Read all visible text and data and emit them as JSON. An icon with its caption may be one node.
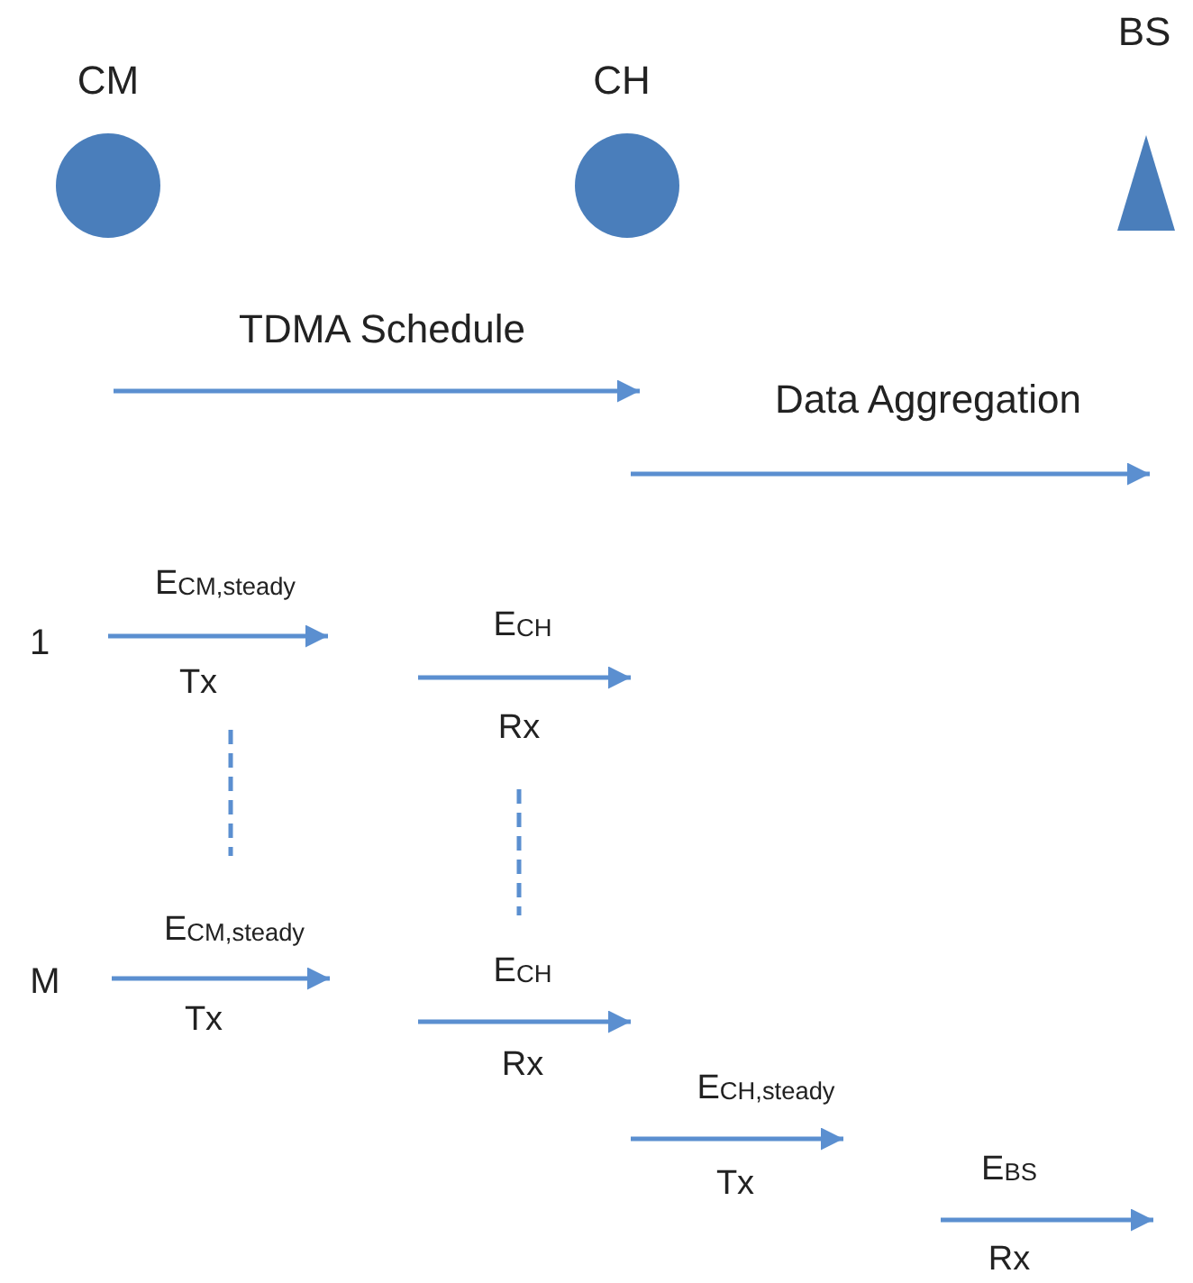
{
  "diagram": {
    "nodes": [
      {
        "text": [
          "CM"
        ]
      },
      {
        "text": [
          "CH"
        ]
      },
      {
        "text": [
          "BS"
        ]
      }
    ],
    "labels": [
      "TDMA Schedule",
      "Data Aggregation",
      "E$_{CM,steady}$",
      "1",
      "Tx",
      "E$_{CH}$",
      "Rx",
      "E$_{CM,steady}$",
      "M",
      "Tx",
      "E$_{CH}$",
      "Rx",
      "E$_{CH,steady}$",
      "Tx",
      "E$_{BS}$",
      "Rx"
    ]
  }
}
